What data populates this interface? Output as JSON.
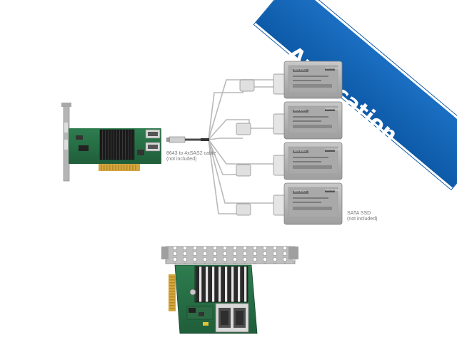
{
  "banner": {
    "label": "Application",
    "color": "#0d5aa8"
  },
  "cable_caption": {
    "line1": "8643 to 4xSAS2 cable",
    "line2": "(not included)"
  },
  "ssd_caption": {
    "line1": "SATA SSD",
    "line2": "(not included)"
  },
  "ssd_label": {
    "brand": "SAMSUNG",
    "model": "870 EVO"
  }
}
